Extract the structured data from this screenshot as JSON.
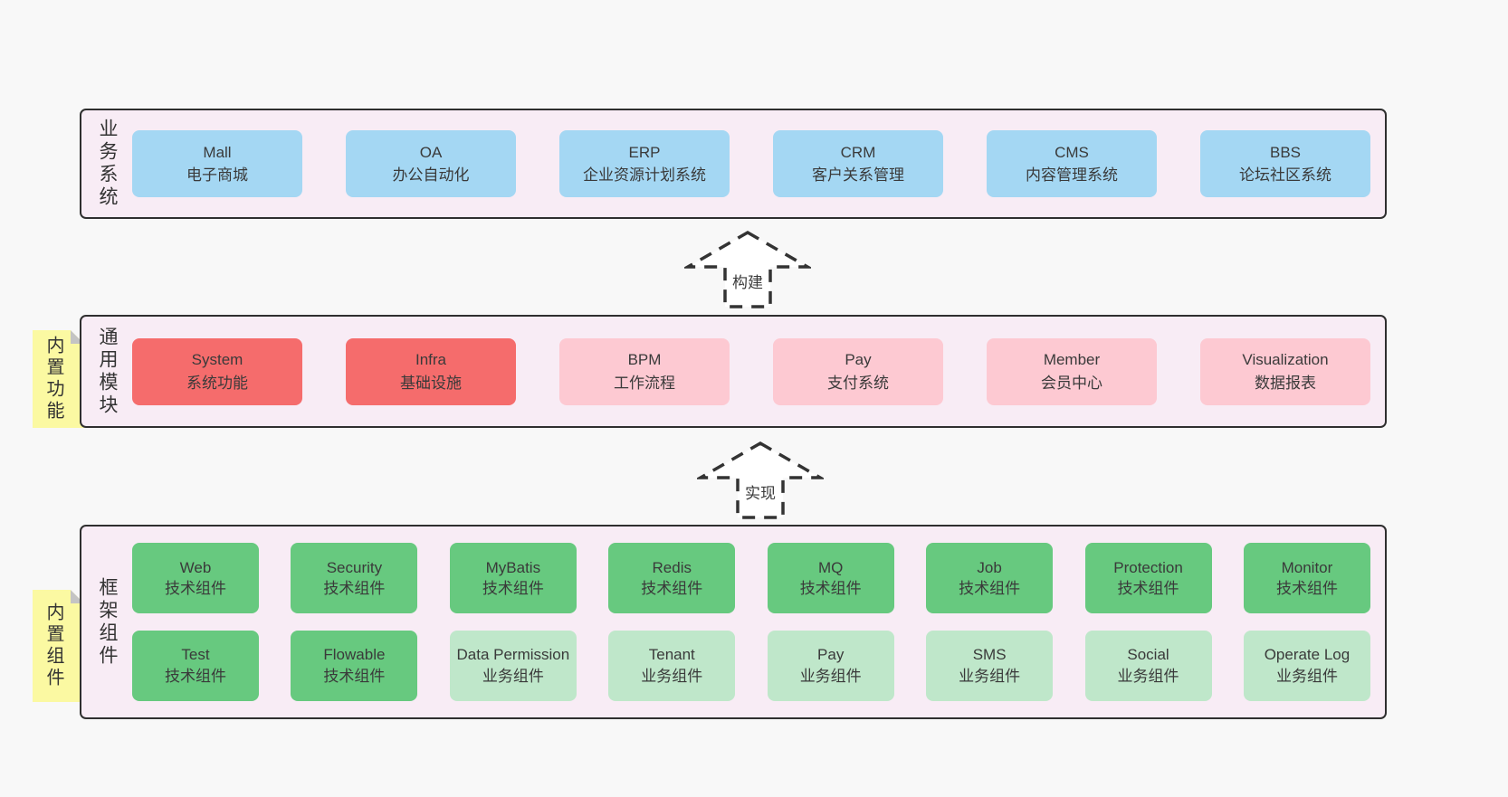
{
  "sections": [
    {
      "name": "business-systems",
      "side_label": "业务系统",
      "boxes": [
        {
          "en": "Mall",
          "zh": "电子商城",
          "variant": "blue"
        },
        {
          "en": "OA",
          "zh": "办公自动化",
          "variant": "blue"
        },
        {
          "en": "ERP",
          "zh": "企业资源计划系统",
          "variant": "blue"
        },
        {
          "en": "CRM",
          "zh": "客户关系管理",
          "variant": "blue"
        },
        {
          "en": "CMS",
          "zh": "内容管理系统",
          "variant": "blue"
        },
        {
          "en": "BBS",
          "zh": "论坛社区系统",
          "variant": "blue"
        }
      ]
    },
    {
      "name": "common-modules",
      "side_label": "通用模块",
      "sticky": "内置功能",
      "boxes": [
        {
          "en": "System",
          "zh": "系统功能",
          "variant": "red"
        },
        {
          "en": "Infra",
          "zh": "基础设施",
          "variant": "red"
        },
        {
          "en": "BPM",
          "zh": "工作流程",
          "variant": "pink"
        },
        {
          "en": "Pay",
          "zh": "支付系统",
          "variant": "pink"
        },
        {
          "en": "Member",
          "zh": "会员中心",
          "variant": "pink"
        },
        {
          "en": "Visualization",
          "zh": "数据报表",
          "variant": "pink"
        }
      ]
    },
    {
      "name": "framework-components",
      "side_label": "框架组件",
      "sticky": "内置组件",
      "rows": [
        [
          {
            "en": "Web",
            "zh": "技术组件",
            "variant": "green"
          },
          {
            "en": "Security",
            "zh": "技术组件",
            "variant": "green"
          },
          {
            "en": "MyBatis",
            "zh": "技术组件",
            "variant": "green"
          },
          {
            "en": "Redis",
            "zh": "技术组件",
            "variant": "green"
          },
          {
            "en": "MQ",
            "zh": "技术组件",
            "variant": "green"
          },
          {
            "en": "Job",
            "zh": "技术组件",
            "variant": "green"
          },
          {
            "en": "Protection",
            "zh": "技术组件",
            "variant": "green"
          },
          {
            "en": "Monitor",
            "zh": "技术组件",
            "variant": "green"
          }
        ],
        [
          {
            "en": "Test",
            "zh": "技术组件",
            "variant": "green"
          },
          {
            "en": "Flowable",
            "zh": "技术组件",
            "variant": "green"
          },
          {
            "en": "Data Permission",
            "zh": "业务组件",
            "variant": "green-light"
          },
          {
            "en": "Tenant",
            "zh": "业务组件",
            "variant": "green-light"
          },
          {
            "en": "Pay",
            "zh": "业务组件",
            "variant": "green-light"
          },
          {
            "en": "SMS",
            "zh": "业务组件",
            "variant": "green-light"
          },
          {
            "en": "Social",
            "zh": "业务组件",
            "variant": "green-light"
          },
          {
            "en": "Operate Log",
            "zh": "业务组件",
            "variant": "green-light"
          }
        ]
      ]
    }
  ],
  "arrows": [
    {
      "label": "构建"
    },
    {
      "label": "实现"
    }
  ],
  "colors": {
    "page_bg": "#f8f8f8",
    "panel_bg": "#f8ecf5",
    "panel_border": "#2f2f2f",
    "blue": "#a4d7f3",
    "red": "#f56c6c",
    "pink": "#fdc9d2",
    "green": "#67c97f",
    "green_light": "#bfe7ca",
    "sticky_yellow": "#fbf9a2",
    "sticky_fold": "#c4c4c4",
    "text": "#3a3a3a"
  }
}
